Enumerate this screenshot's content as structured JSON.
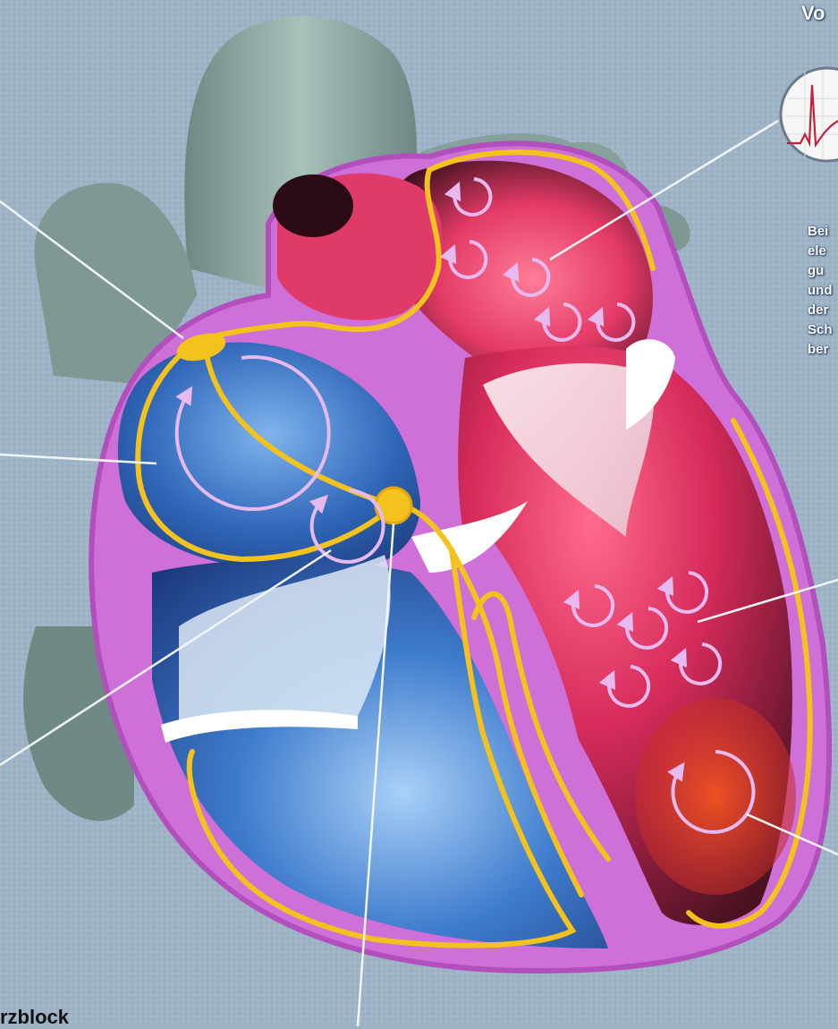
{
  "labels": {
    "title_right": "Vo",
    "title_bottom": "rzblock",
    "caption_lines": [
      "Bei",
      "ele",
      "gu",
      "und",
      "der",
      "Sch",
      "ber"
    ]
  },
  "colors": {
    "background": "#9fb3c6",
    "vessel": "#8fa9a3",
    "myocardium": "#d36ad8",
    "left_heart": "#c8285a",
    "right_heart": "#2b5fae",
    "conduction": "#f4c21c",
    "circuit_arrows": "#e6b9ef",
    "label_lines": "#f2f5f8"
  },
  "icons": {
    "ecg": "ecg-trace-icon",
    "sinus_node": "sinus-node-icon",
    "av_node": "av-node-icon",
    "reentry": "reentry-circle-icon"
  }
}
